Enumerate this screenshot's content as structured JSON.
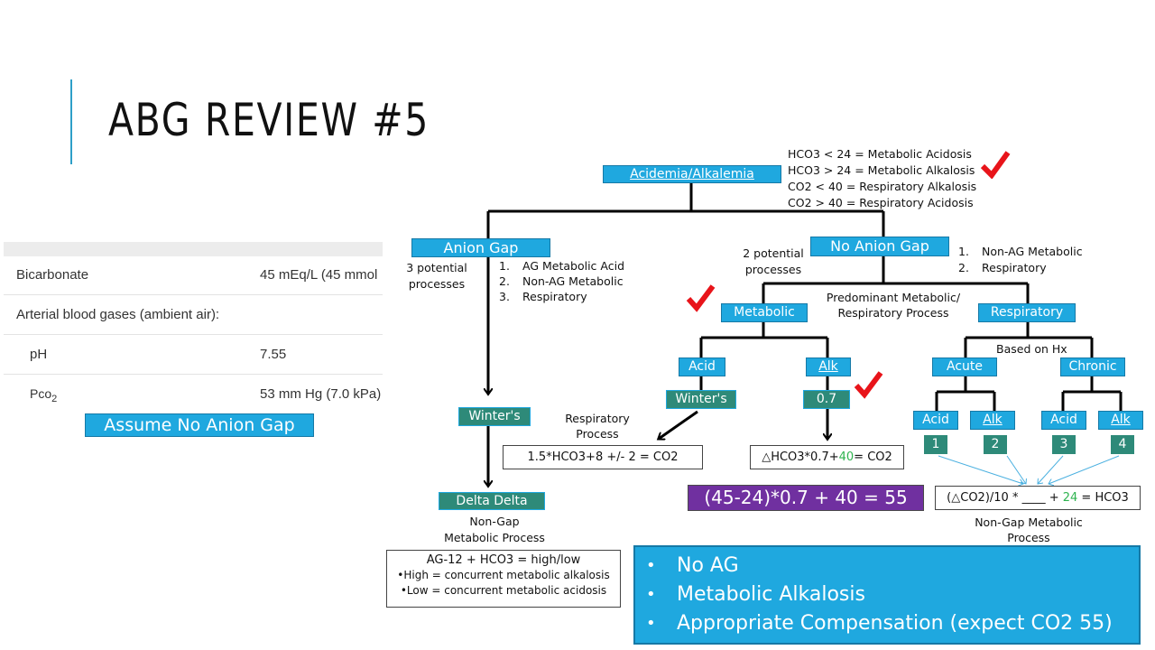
{
  "slide": {
    "title": "ABG REVIEW #5",
    "accent_color": "#2e9fc8"
  },
  "lab_table": {
    "rows": [
      {
        "label": "Bicarbonate",
        "value": "45 mEq/L (45 mmol"
      },
      {
        "label": "Arterial blood gases (ambient air):",
        "value": ""
      },
      {
        "label": "pH",
        "value": "7.55"
      },
      {
        "label": "Pco",
        "label_sub": "2",
        "value": "53 mm Hg (7.0 kPa)"
      }
    ]
  },
  "assumption": "Assume No Anion Gap",
  "flowchart": {
    "root": "Acidemia/Alkalemia",
    "rules": [
      "HCO3 < 24 = Metabolic Acidosis",
      "HCO3 > 24 = Metabolic Alkalosis",
      "CO2 < 40 = Respiratory Alkalosis",
      "CO2 > 40 = Respiratory Acidosis"
    ],
    "anion_gap": {
      "label": "Anion Gap",
      "note_line1": "3 potential",
      "note_line2": "processes",
      "processes": [
        "AG Metabolic Acid",
        "Non-AG Metabolic",
        "Respiratory"
      ],
      "winters": "Winter's",
      "delta_delta": "Delta Delta",
      "delta_note_line1": "Non-Gap",
      "delta_note_line2": "Metabolic Process",
      "delta_formula": [
        "AG-12 + HCO3 = high/low",
        "•High = concurrent metabolic alkalosis",
        "•Low = concurrent metabolic acidosis"
      ]
    },
    "no_anion_gap": {
      "label": "No Anion Gap",
      "note_line1": "2 potential",
      "note_line2": "processes",
      "processes": [
        "Non-AG Metabolic",
        "Respiratory"
      ],
      "predominant_line1": "Predominant Metabolic/",
      "predominant_line2": "Respiratory Process",
      "metabolic": {
        "label": "Metabolic",
        "acid": "Acid",
        "alk": "Alk",
        "winters": "Winter's",
        "factor": "0.7",
        "resp_note_line1": "Respiratory",
        "resp_note_line2": "Process",
        "winters_formula": "1.5*HCO3+8 +/- 2 = CO2",
        "alk_formula_prefix": "△HCO3*0.7+",
        "alk_formula_green": "40",
        "alk_formula_suffix": "= CO2",
        "calculation": "(45-24)*0.7 + 40 = 55"
      },
      "respiratory": {
        "label": "Respiratory",
        "based_on": "Based on Hx",
        "acute": "Acute",
        "chronic": "Chronic",
        "leaves": [
          {
            "label": "Acid",
            "num": "1"
          },
          {
            "label": "Alk",
            "num": "2"
          },
          {
            "label": "Acid",
            "num": "3"
          },
          {
            "label": "Alk",
            "num": "4"
          }
        ],
        "formula_prefix": "(△CO2)/10 * ____ + ",
        "formula_green": "24",
        "formula_suffix": " = HCO3",
        "note_line1": "Non-Gap Metabolic",
        "note_line2": "Process"
      }
    }
  },
  "summary": [
    "No AG",
    "Metabolic Alkalosis",
    "Appropriate Compensation (expect CO2 55)"
  ],
  "colors": {
    "box_blue": "#1fa8df",
    "box_green": "#2e8a79",
    "purple": "#7030a0",
    "check_red": "#e8141a",
    "green_text": "#2eb34f"
  }
}
